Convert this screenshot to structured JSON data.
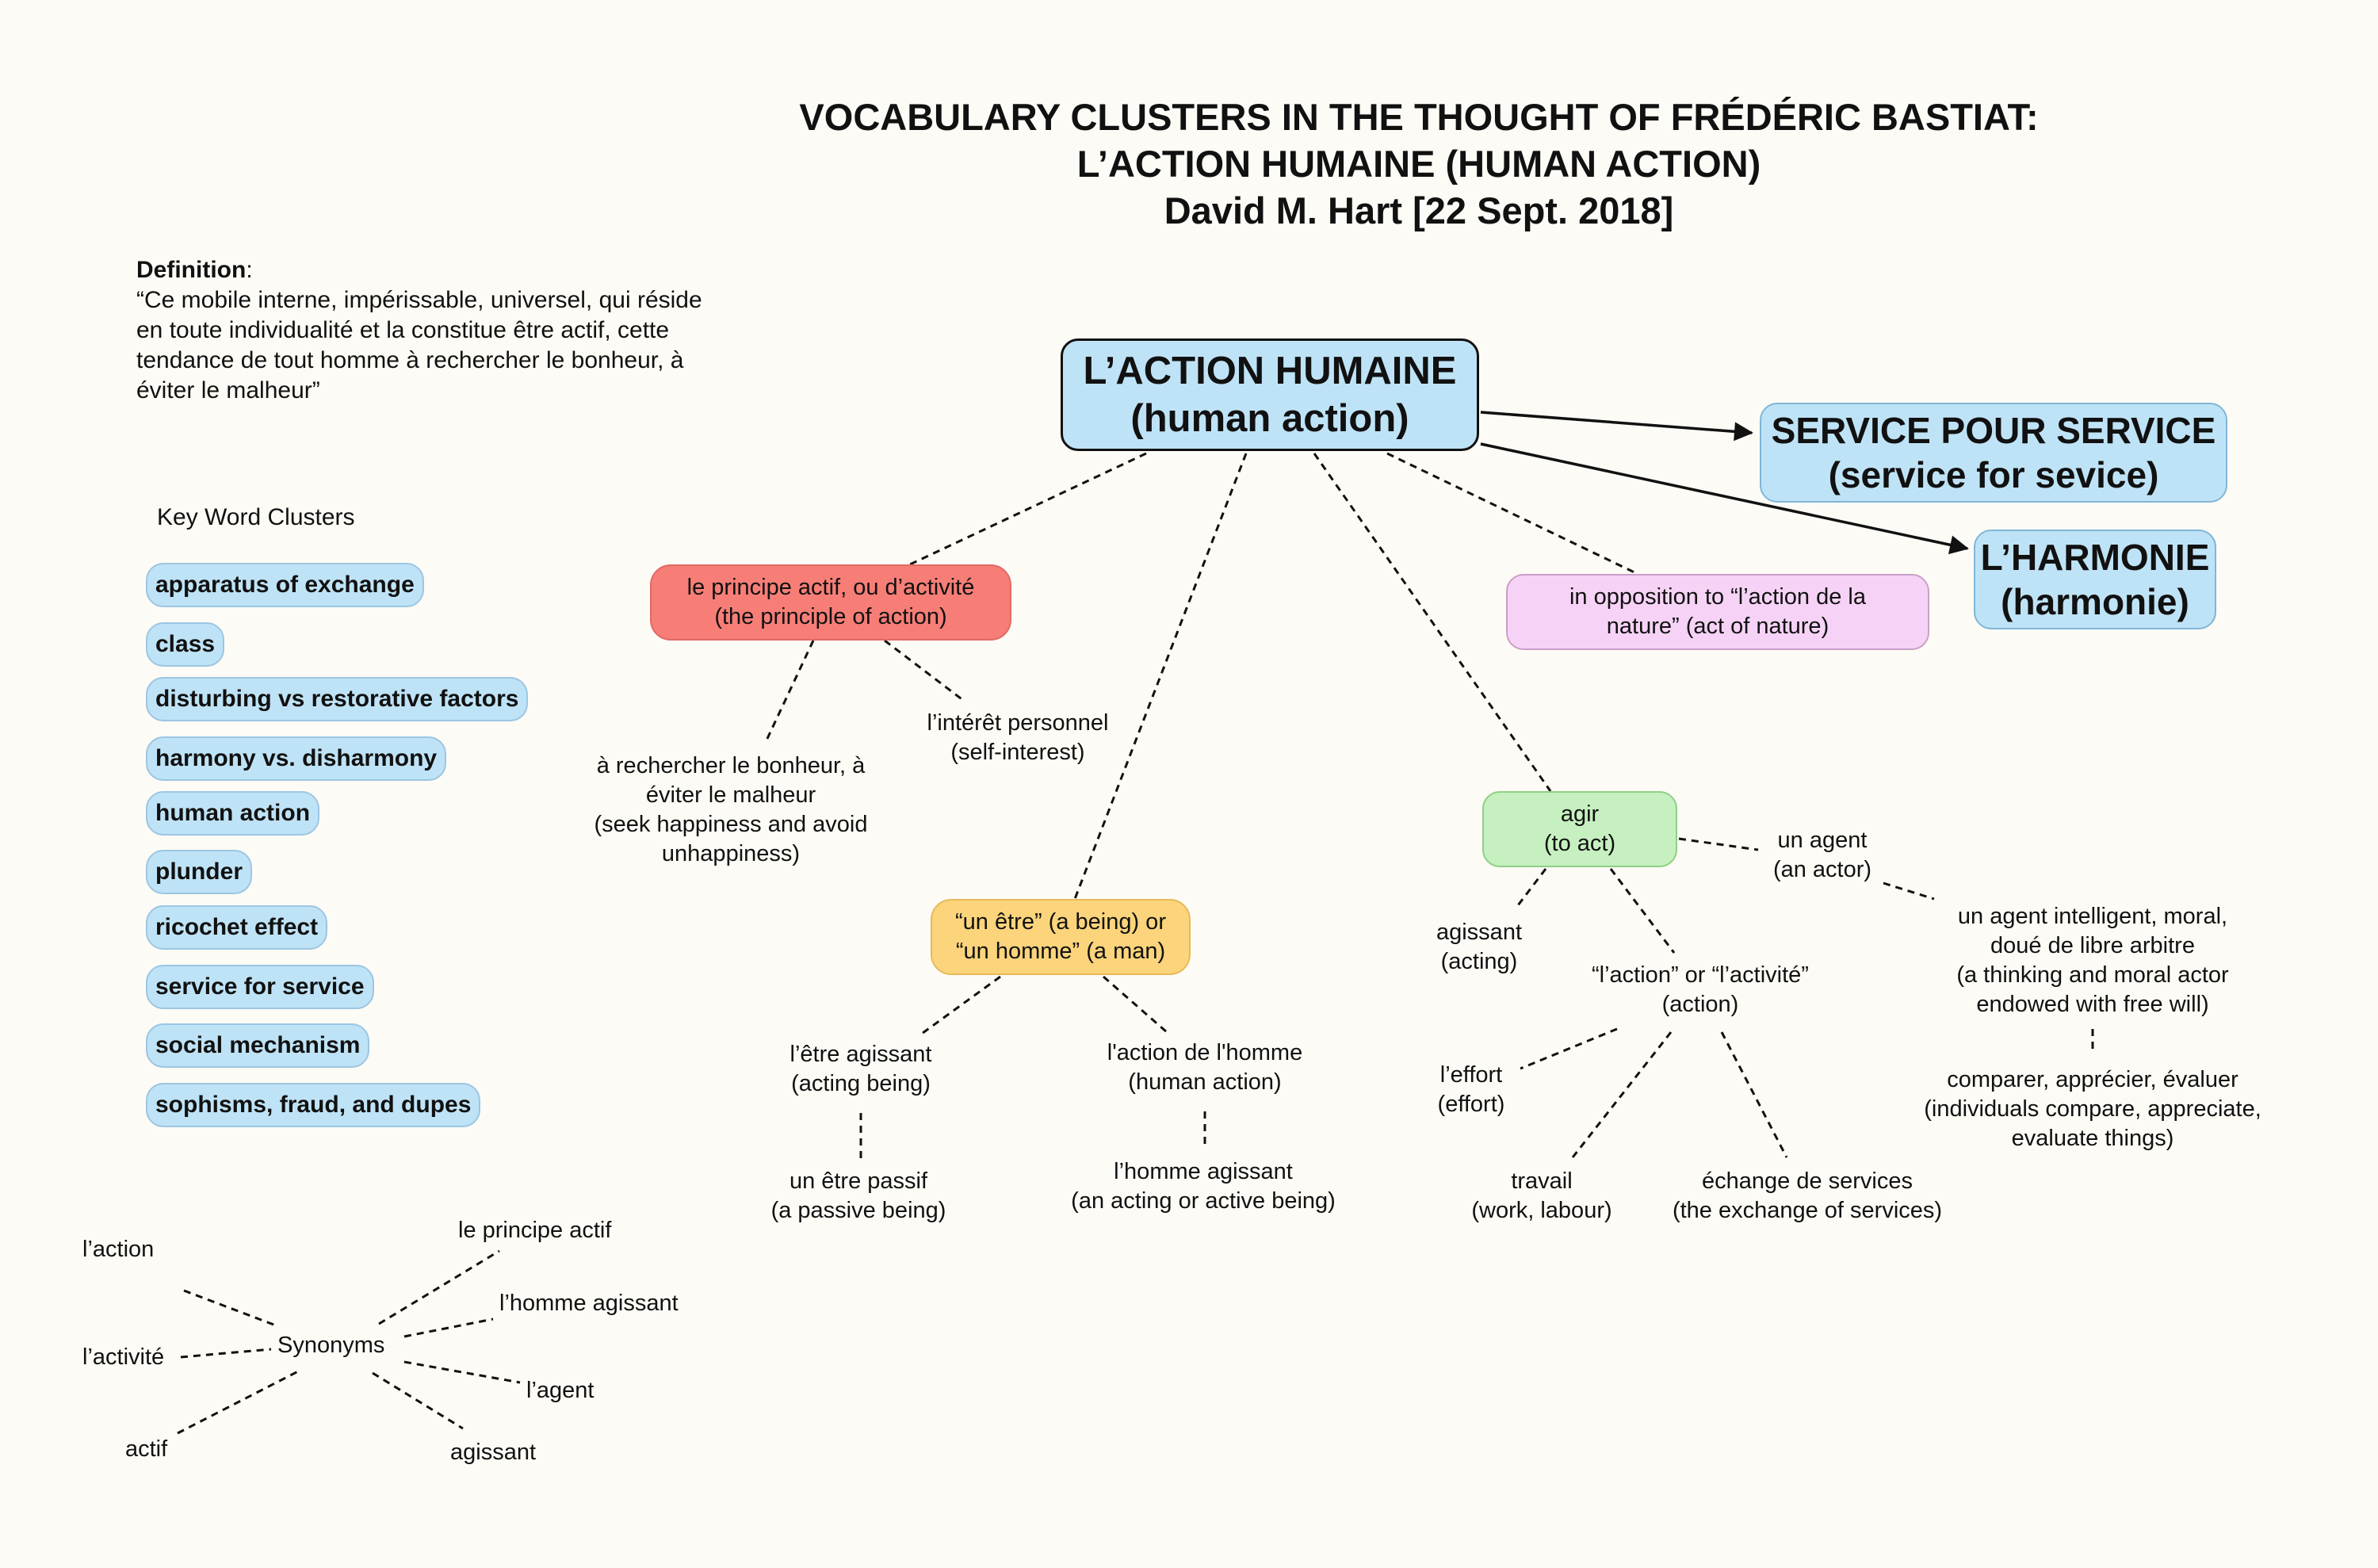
{
  "title": {
    "line1": "VOCABULARY CLUSTERS IN THE THOUGHT OF FRÉDÉRIC BASTIAT:",
    "line2": "L’ACTION HUMAINE (HUMAN ACTION)",
    "line3": "David M. Hart [22 Sept. 2018]"
  },
  "definition": {
    "label": "Definition",
    "text": "“Ce mobile interne, impérissable, universel, qui réside en toute individualité et la constitue être actif, cette tendance de tout homme à rechercher le bonheur, à éviter le malheur”"
  },
  "key_words": {
    "heading": "Key Word Clusters",
    "items": [
      "apparatus of exchange",
      "class",
      "disturbing vs restorative factors",
      "harmony vs. disharmony",
      "human action",
      "plunder",
      "ricochet effect",
      "service for service",
      "social mechanism",
      "sophisms, fraud, and dupes"
    ]
  },
  "nodes": {
    "main": {
      "line1": "L’ACTION HUMAINE",
      "line2": "(human action)"
    },
    "service": {
      "line1": "SERVICE POUR SERVICE",
      "line2": "(service for sevice)"
    },
    "harmonie": {
      "line1": "L’HARMONIE",
      "line2": "(harmonie)"
    },
    "principe": {
      "line1": "le principe actif, ou d’activité",
      "line2": "(the principle of action)"
    },
    "opposition": {
      "line1": "in opposition to “l’action de la",
      "line2": "nature” (act of nature)"
    },
    "agir": {
      "line1": "agir",
      "line2": "(to act)"
    },
    "etre": {
      "line1": "“un être” (a being) or",
      "line2": "“un homme” (a man)"
    }
  },
  "labels": {
    "rechercher": {
      "line1": "à rechercher le bonheur, à",
      "line2": "éviter le malheur",
      "line3": "(seek happiness and avoid",
      "line4": "unhappiness)"
    },
    "interet": {
      "line1": "l’intérêt personnel",
      "line2": "(self-interest)"
    },
    "etre_agissant": {
      "line1": "l’être agissant",
      "line2": "(acting being)"
    },
    "etre_passif": {
      "line1": "un être passif",
      "line2": "(a passive being)"
    },
    "action_homme": {
      "line1": "l'action de l'homme",
      "line2": "(human action)"
    },
    "homme_agissant": {
      "line1": "l’homme agissant",
      "line2": "(an acting or active being)"
    },
    "agissant": {
      "line1": "agissant",
      "line2": "(acting)"
    },
    "action_activite": {
      "line1": "“l’action” or “l’activité”",
      "line2": "(action)"
    },
    "effort": {
      "line1": "l’effort",
      "line2": "(effort)"
    },
    "travail": {
      "line1": "travail",
      "line2": "(work, labour)"
    },
    "echange": {
      "line1": "échange de services",
      "line2": "(the exchange of services)"
    },
    "un_agent": {
      "line1": "un agent",
      "line2": "(an actor)"
    },
    "agent_intelligent": {
      "line1": "un agent intelligent, moral,",
      "line2": "doué de libre arbitre",
      "line3": "(a thinking and moral actor",
      "line4": "endowed with free will)"
    },
    "comparer": {
      "line1": "comparer, apprécier, évaluer",
      "line2": "(individuals compare, appreciate,",
      "line3": "evaluate things)"
    }
  },
  "synonyms": {
    "center": "Synonyms",
    "items": [
      "l’action",
      "l’activité",
      "actif",
      "le principe actif",
      "l’homme agissant",
      "l’agent",
      "agissant"
    ]
  }
}
